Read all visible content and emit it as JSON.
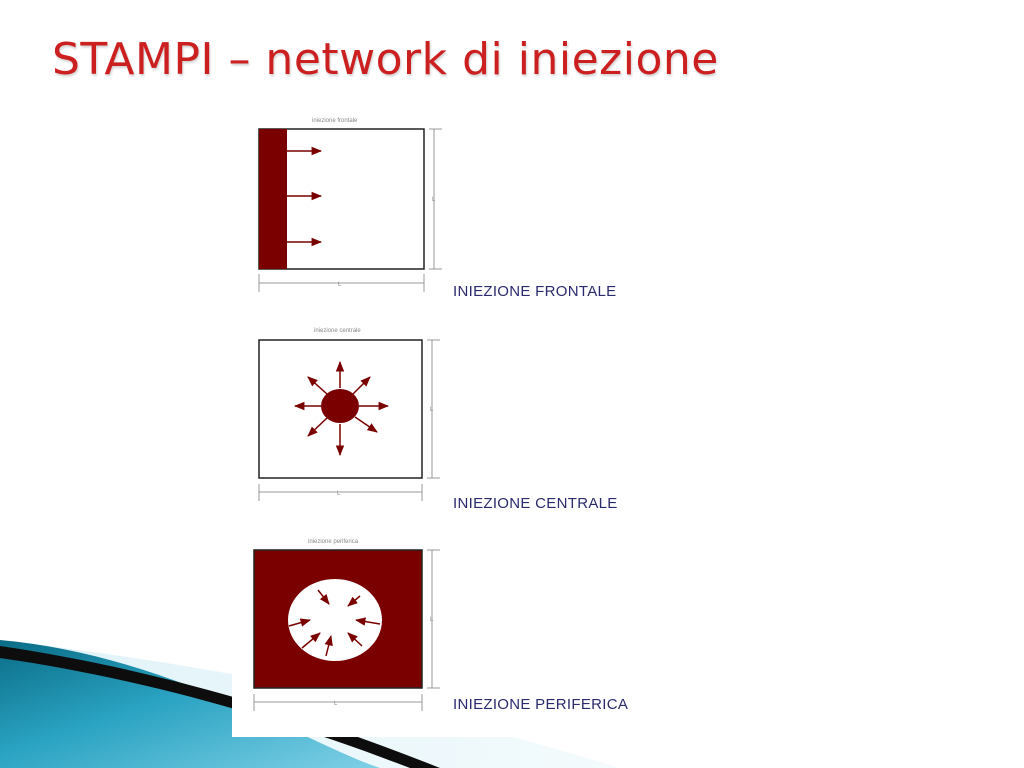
{
  "slide": {
    "title": "STAMPI – network di iniezione",
    "title_color": "#cc1f1f",
    "accent_color": "#7a0000",
    "label_color": "#2a2a6e"
  },
  "panels": [
    {
      "caption": "iniezione frontale",
      "label": "INIEZIONE FRONTALE",
      "dim_width": "L",
      "dim_height": "L"
    },
    {
      "caption": "iniezione centrale",
      "label": "INIEZIONE CENTRALE",
      "dim_width": "L",
      "dim_height": "L"
    },
    {
      "caption": "iniezione periferica",
      "label": "INIEZIONE PERIFERICA",
      "dim_width": "L",
      "dim_height": "L"
    }
  ]
}
